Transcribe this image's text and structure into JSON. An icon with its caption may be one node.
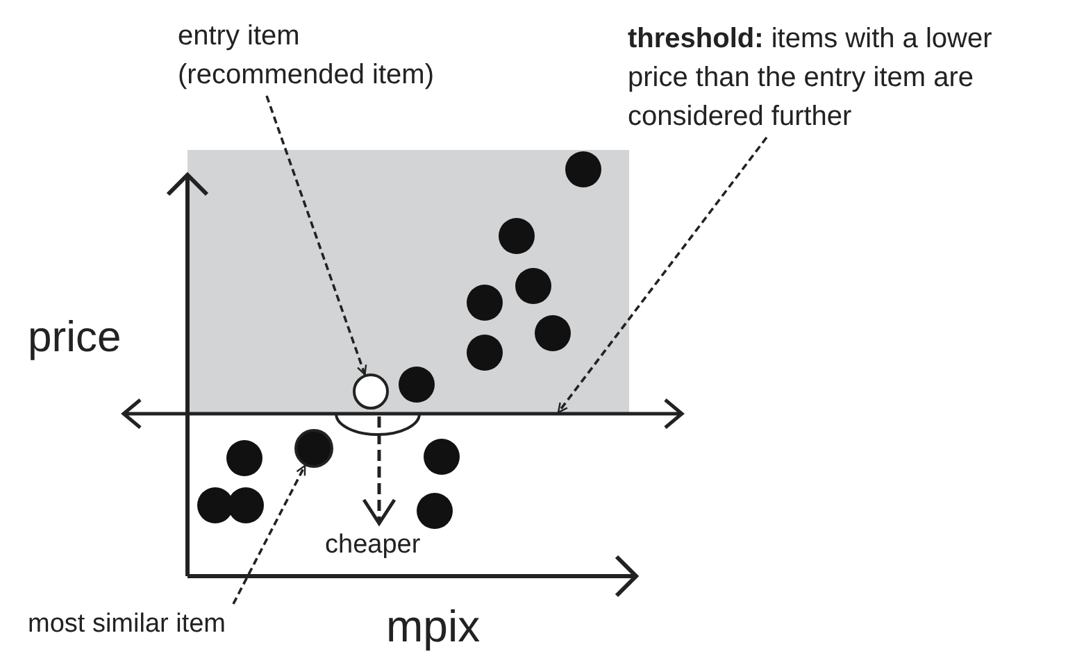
{
  "diagram": {
    "nodes": [
      {
        "text": [
          "entry item (recommended item)"
        ]
      },
      {
        "text": [
          "**threshold:** items with a lower price than the entry item are considered further"
        ]
      },
      {
        "text": [],
        "shape": "circle"
      },
      {
        "text": [],
        "shape": "circle"
      },
      {
        "text": [
          "most similar item"
        ]
      }
    ],
    "edges": [
      {
        "from": 0,
        "to": 2,
        "arrow": "to",
        "style": "dashed"
      },
      {
        "from": 1,
        "to": null,
        "arrow": "to",
        "style": "dashed"
      },
      {
        "from": 4,
        "to": 3,
        "arrow": "to",
        "style": "dashed"
      }
    ],
    "labels": [
      "price",
      "cheaper",
      "mpix"
    ]
  }
}
